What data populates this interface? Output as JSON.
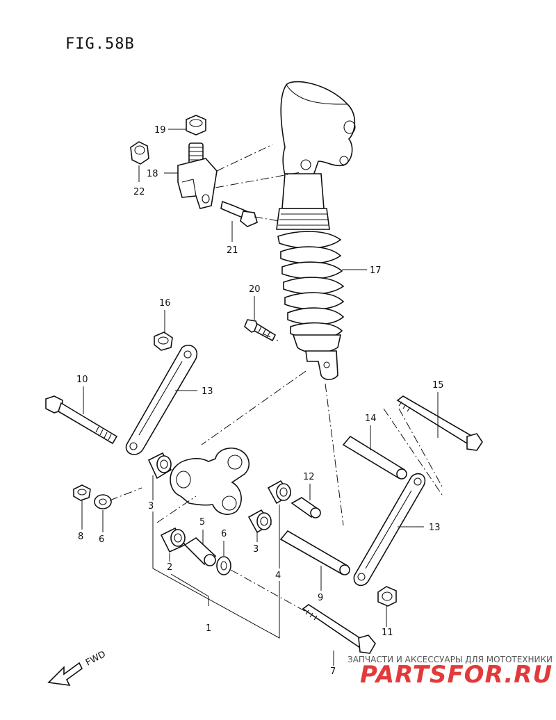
{
  "figure": {
    "title": "FIG.58B"
  },
  "direction": {
    "label": "FWD"
  },
  "parts": [
    {
      "key": "p1",
      "number": "1"
    },
    {
      "key": "p2",
      "number": "2"
    },
    {
      "key": "p3a",
      "number": "3"
    },
    {
      "key": "p3b",
      "number": "3"
    },
    {
      "key": "p4",
      "number": "4"
    },
    {
      "key": "p5",
      "number": "5"
    },
    {
      "key": "p6a",
      "number": "6"
    },
    {
      "key": "p6b",
      "number": "6"
    },
    {
      "key": "p7",
      "number": "7"
    },
    {
      "key": "p8",
      "number": "8"
    },
    {
      "key": "p9",
      "number": "9"
    },
    {
      "key": "p10",
      "number": "10"
    },
    {
      "key": "p11",
      "number": "11"
    },
    {
      "key": "p12",
      "number": "12"
    },
    {
      "key": "p13a",
      "number": "13"
    },
    {
      "key": "p13b",
      "number": "13"
    },
    {
      "key": "p14",
      "number": "14"
    },
    {
      "key": "p15",
      "number": "15"
    },
    {
      "key": "p16",
      "number": "16"
    },
    {
      "key": "p17",
      "number": "17"
    },
    {
      "key": "p18",
      "number": "18"
    },
    {
      "key": "p19",
      "number": "19"
    },
    {
      "key": "p20",
      "number": "20"
    },
    {
      "key": "p21",
      "number": "21"
    },
    {
      "key": "p22",
      "number": "22"
    }
  ],
  "watermark": {
    "tagline": "ЗАПЧАСТИ И АКСЕССУАРЫ ДЛЯ МОТОТЕХНИКИ",
    "brand": "PARTSFOR.RU",
    "brand_color": "#e23a3a"
  }
}
